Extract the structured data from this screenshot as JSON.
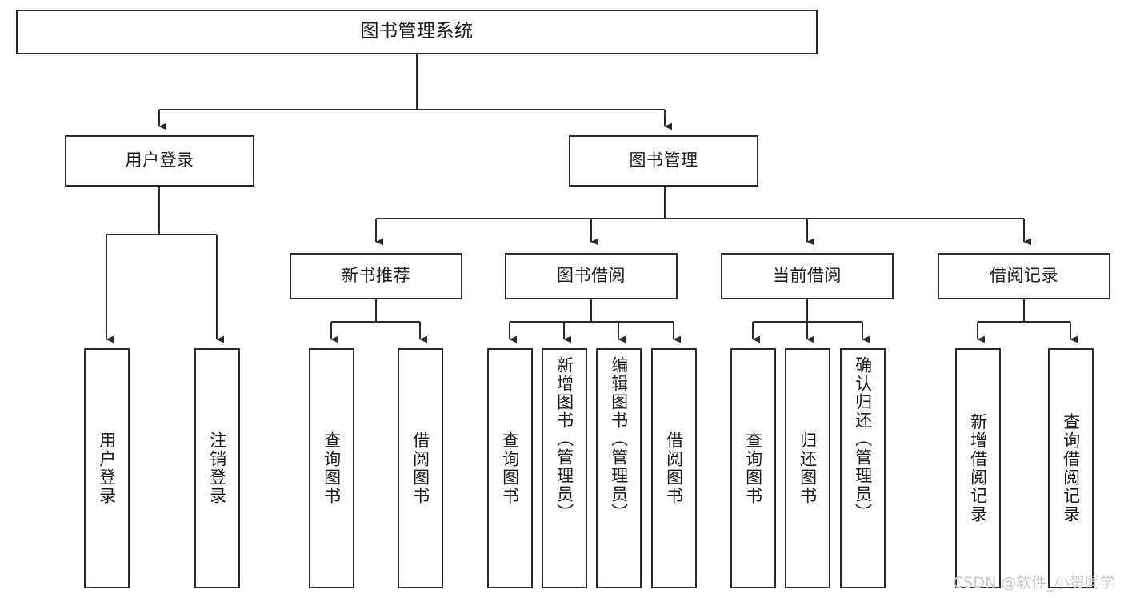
{
  "diagram": {
    "type": "tree-hierarchy",
    "title": "图书管理系统",
    "orientation": "top-down",
    "colors": {
      "box_border": "#2b2b2b",
      "box_fill": "#ffffff",
      "connector": "#2b2b2b",
      "text": "#1a1a1a",
      "watermark": "#c9c9c9",
      "background": "#ffffff"
    },
    "root": {
      "label": "图书管理系统"
    },
    "level2": [
      {
        "label": "用户登录"
      },
      {
        "label": "图书管理"
      }
    ],
    "level3": [
      {
        "label": "新书推荐"
      },
      {
        "label": "图书借阅"
      },
      {
        "label": "当前借阅"
      },
      {
        "label": "借阅记录"
      }
    ],
    "leaves": {
      "user_login": [
        {
          "label": "用户登录"
        },
        {
          "label": "注销登录"
        }
      ],
      "new_book_recommend": [
        {
          "label": "查询图书"
        },
        {
          "label": "借阅图书"
        }
      ],
      "book_borrow": [
        {
          "label": "查询图书"
        },
        {
          "label": "新增图书（管理员）"
        },
        {
          "label": "编辑图书（管理员）"
        },
        {
          "label": "借阅图书"
        }
      ],
      "current_borrow": [
        {
          "label": "查询图书"
        },
        {
          "label": "归还图书"
        },
        {
          "label": "确认归还（管理员）"
        }
      ],
      "borrow_record": [
        {
          "label": "新增借阅记录"
        },
        {
          "label": "查询借阅记录"
        }
      ]
    },
    "watermark": "CSDN @软件_小贺同学"
  }
}
